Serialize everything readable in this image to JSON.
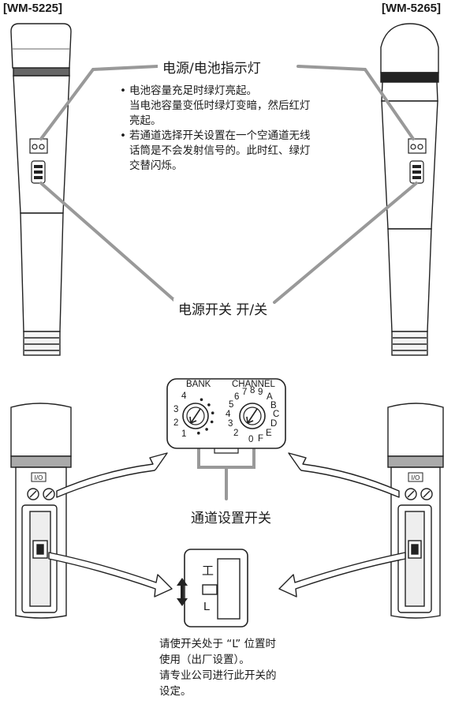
{
  "models": {
    "left": "[WM-5225]",
    "right": "[WM-5265]"
  },
  "labels": {
    "indicator": "电源/电池指示灯",
    "power_switch": "电源开关 开/关",
    "channel_switch": "通道设置开关",
    "io": "I/O"
  },
  "indicator_notes": [
    "电池容量充足时绿灯亮起。\n当电池容量变低时绿灯变暗，然后红灯\n亮起。",
    "若通道选择开关设置在一个空通道无线\n话筒是不会发射信号的。此时红、绿灯\n交替闪烁。"
  ],
  "dial": {
    "bank_title": "BANK",
    "channel_title": "CHANNEL",
    "bank_marks": [
      "1",
      "2",
      "3",
      "4"
    ],
    "channel_marks": [
      "2",
      "3",
      "4",
      "5",
      "6",
      "7",
      "8",
      "9",
      "A",
      "B",
      "C",
      "D",
      "E",
      "F",
      "0"
    ]
  },
  "mode_switch_marks": {
    "top": "工",
    "bottom": "L"
  },
  "bottom_note": "请使开关处于 “L” 位置时\n使用（出厂设置）。\n请专业公司进行此开关的\n设定。"
}
